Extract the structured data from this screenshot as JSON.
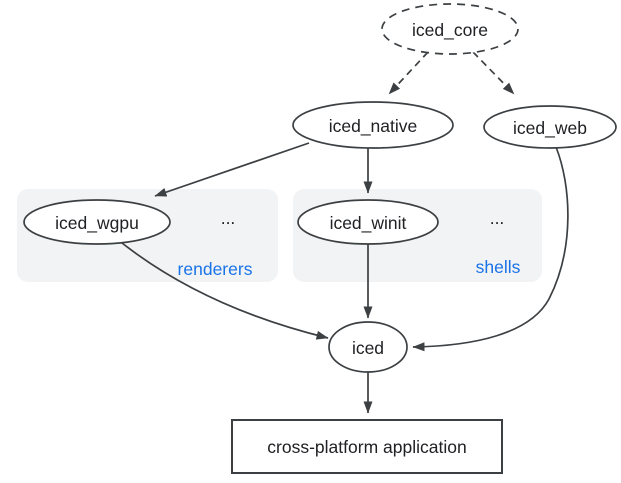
{
  "title": "iced ecosystem diagram",
  "colors": {
    "accent": "#1a73e8",
    "node_stroke": "#3c4043",
    "group_fill": "#f1f3f4",
    "text": "#202124"
  },
  "nodes": {
    "iced_core": "iced_core",
    "iced_native": "iced_native",
    "iced_web": "iced_web",
    "iced_wgpu": "iced_wgpu",
    "iced_winit": "iced_winit",
    "iced": "iced",
    "app": "cross-platform application"
  },
  "groups": {
    "renderers": {
      "label": "renderers",
      "ellipsis": "..."
    },
    "shells": {
      "label": "shells",
      "ellipsis": "..."
    }
  },
  "edges": [
    {
      "from": "iced_core",
      "to": "iced_native",
      "style": "dashed-arrow"
    },
    {
      "from": "iced_core",
      "to": "iced_web",
      "style": "dashed-arrow"
    },
    {
      "from": "iced_native",
      "to": "iced_wgpu",
      "style": "arrow"
    },
    {
      "from": "iced_native",
      "to": "iced_winit",
      "style": "arrow"
    },
    {
      "from": "iced_wgpu",
      "to": "iced",
      "style": "arrow"
    },
    {
      "from": "iced_winit",
      "to": "iced",
      "style": "arrow"
    },
    {
      "from": "iced_web",
      "to": "iced",
      "style": "arrow"
    },
    {
      "from": "iced",
      "to": "app",
      "style": "arrow"
    }
  ]
}
